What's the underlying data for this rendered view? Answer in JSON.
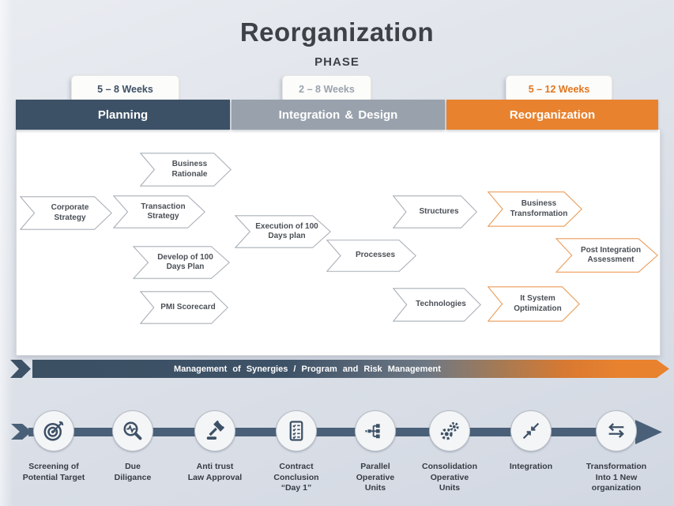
{
  "slide": {
    "title": "Reorganization",
    "subtitle": "PHASE"
  },
  "colors": {
    "dark_slate": "#3D5166",
    "gray": "#99A2AC",
    "orange": "#E8822F",
    "timeline": "#4A6078"
  },
  "phases": [
    {
      "duration": "5 – 8 Weeks",
      "label": "Planning"
    },
    {
      "duration": "2 – 8 Weeks",
      "label": "Integration & Design"
    },
    {
      "duration": "5 – 12 Weeks",
      "label": "Reorganization"
    }
  ],
  "flow": {
    "items": [
      {
        "label": "Business\nRationale",
        "accent": "gray"
      },
      {
        "label": "Corporate\nStrategy",
        "accent": "gray"
      },
      {
        "label": "Transaction\nStrategy",
        "accent": "gray"
      },
      {
        "label": "Develop of 100\nDays Plan",
        "accent": "gray"
      },
      {
        "label": "PMI Scorecard",
        "accent": "gray"
      },
      {
        "label": "Execution of 100\nDays plan",
        "accent": "gray"
      },
      {
        "label": "Processes",
        "accent": "gray"
      },
      {
        "label": "Structures",
        "accent": "gray"
      },
      {
        "label": "Technologies",
        "accent": "gray"
      },
      {
        "label": "Business\nTransformation",
        "accent": "orange"
      },
      {
        "label": "Post Integration\nAssessment",
        "accent": "orange"
      },
      {
        "label": "It System\nOptimization",
        "accent": "orange"
      }
    ]
  },
  "banner": {
    "label": "Management of Synergies / Program and Risk Management"
  },
  "timeline": {
    "milestones": [
      {
        "label": "Screening of\nPotential Target",
        "icon": "target-icon"
      },
      {
        "label": "Due\nDiligance",
        "icon": "magnifier-pulse-icon"
      },
      {
        "label": "Anti trust\nLaw Approval",
        "icon": "gavel-icon"
      },
      {
        "label": "Contract\nConclusion\n“Day 1”",
        "icon": "checklist-icon"
      },
      {
        "label": "Parallel\nOperative\nUnits",
        "icon": "hierarchy-icon"
      },
      {
        "label": "Consolidation\nOperative\nUnits",
        "icon": "gears-icon"
      },
      {
        "label": "Integration",
        "icon": "converge-arrows-icon"
      },
      {
        "label": "Transformation\nInto 1 New\norganization",
        "icon": "swap-arrows-icon"
      }
    ]
  }
}
